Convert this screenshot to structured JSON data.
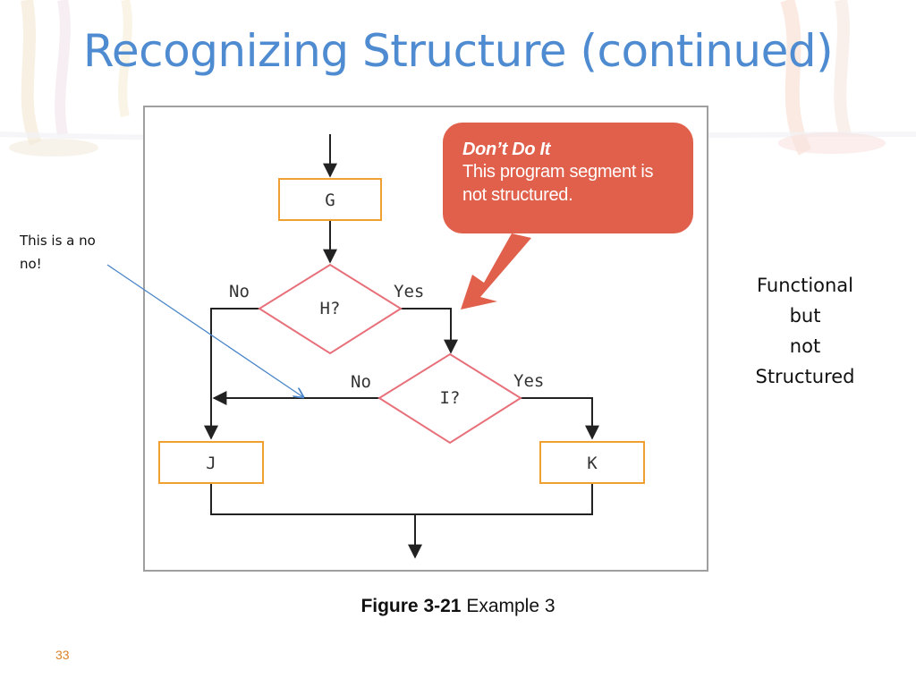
{
  "slide": {
    "title": "Recognizing Structure (continued)",
    "page_number": "33"
  },
  "figure": {
    "callout_title": "Don’t Do It",
    "callout_line1": "This program segment is",
    "callout_line2": "not structured.",
    "nodes": {
      "g": "G",
      "h": "H?",
      "i": "I?",
      "j": "J",
      "k": "K"
    },
    "branches": {
      "h_no": "No",
      "h_yes": "Yes",
      "i_no": "No",
      "i_yes": "Yes"
    },
    "caption_bold": "Figure 3-21",
    "caption_text": "Example 3"
  },
  "annotations": {
    "left_note_line1": "This is a no",
    "left_note_line2": "no!",
    "right_note": [
      "Functional",
      "but",
      "not",
      "Structured"
    ]
  },
  "colors": {
    "title": "#4f8bd0",
    "box_border": "#f0a030",
    "diamond_border": "#e8707a",
    "callout": "#e0604b",
    "page_number": "#d9822b",
    "pointer_line": "#4a86c8"
  }
}
